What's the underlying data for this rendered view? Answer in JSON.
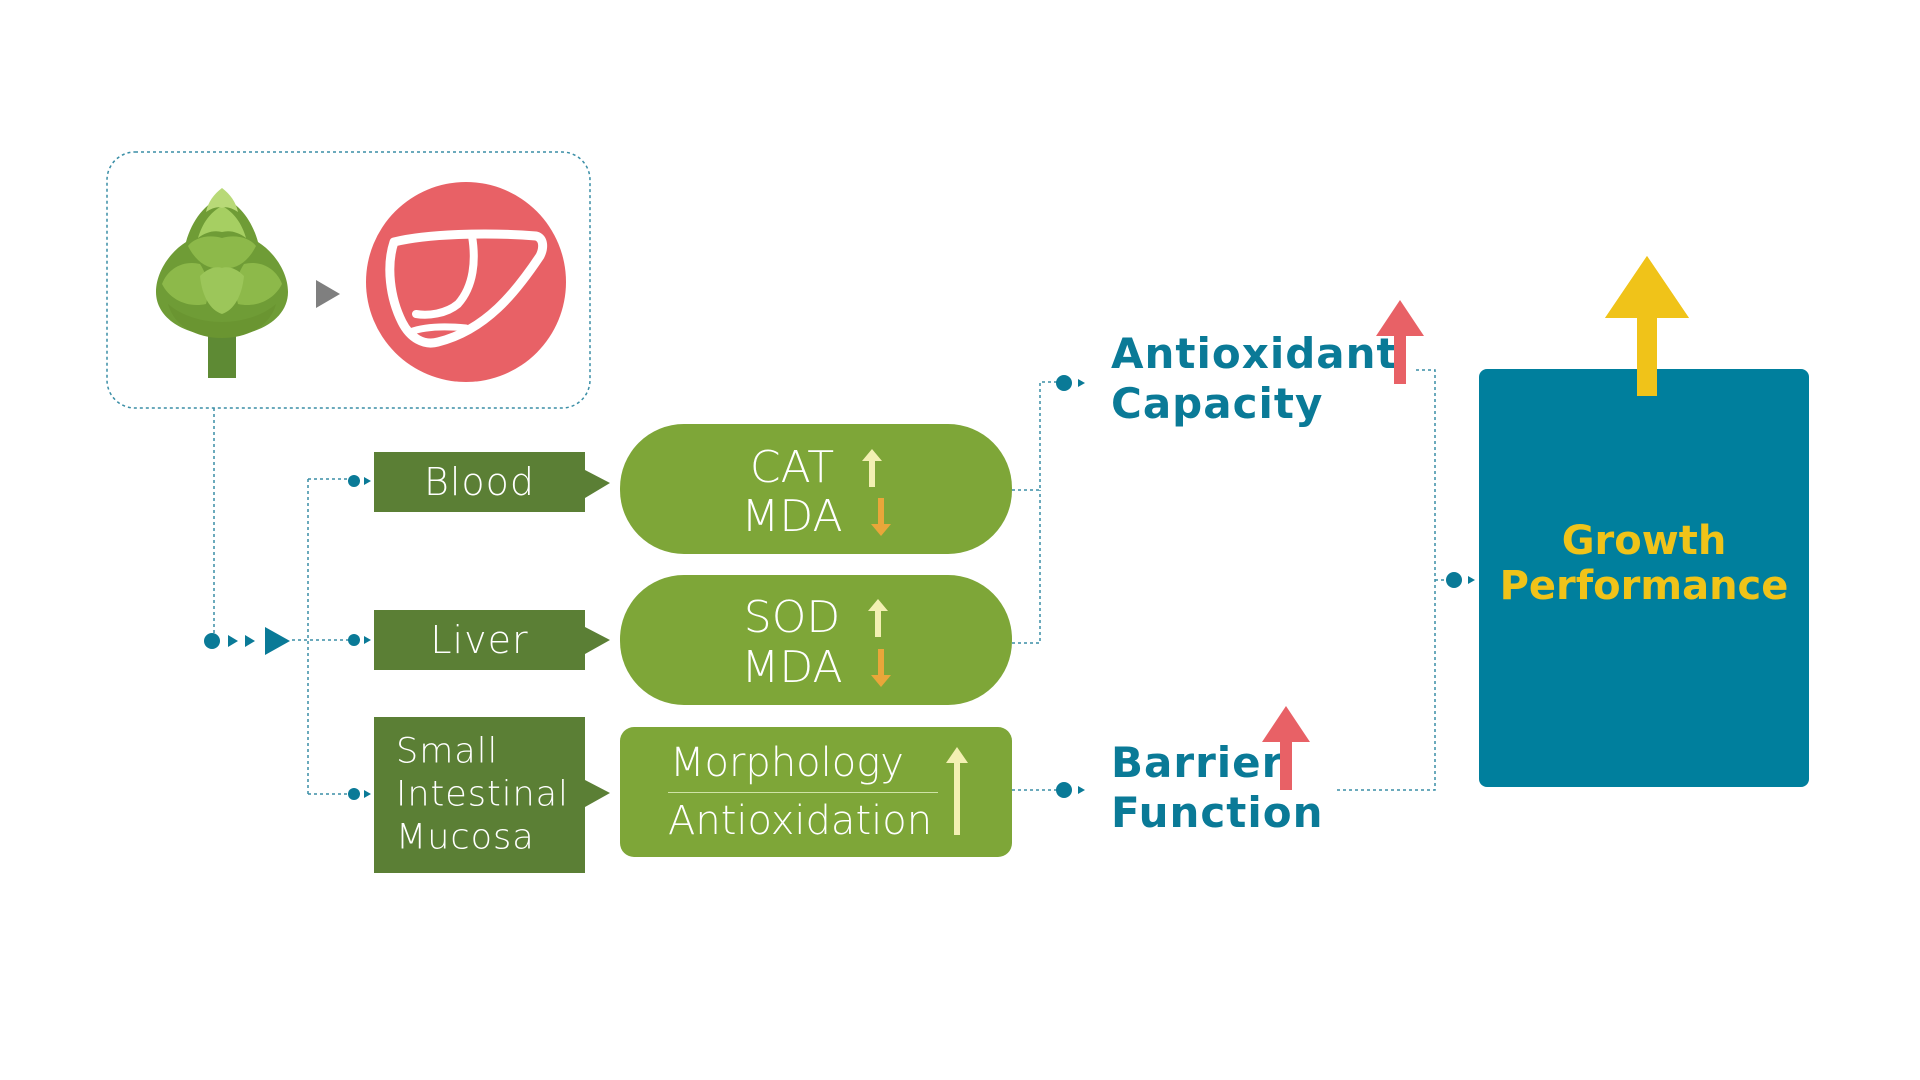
{
  "tissues": [
    {
      "id": "blood",
      "label": "Blood"
    },
    {
      "id": "liver",
      "label": "Liver"
    },
    {
      "id": "mucosa",
      "lines": [
        "Small",
        "Intestinal",
        "Mucosa"
      ]
    }
  ],
  "markers": {
    "blood": [
      {
        "label": "CAT",
        "direction": "up"
      },
      {
        "label": "MDA",
        "direction": "down"
      }
    ],
    "liver": [
      {
        "label": "SOD",
        "direction": "up"
      },
      {
        "label": "MDA",
        "direction": "down"
      }
    ],
    "mucosa": [
      {
        "label": "Morphology"
      },
      {
        "label": "Antioxidation"
      }
    ],
    "mucosa_direction": "up"
  },
  "outcomes": {
    "antioxidant": {
      "lines": [
        "Antioxidant",
        "Capacity"
      ],
      "direction": "up"
    },
    "barrier": {
      "lines": [
        "Barrier",
        "Function"
      ],
      "direction": "up"
    }
  },
  "result": {
    "lines": [
      "Growth",
      "Performance"
    ],
    "direction": "up"
  },
  "icons": {
    "plant": "artichoke-icon",
    "organ": "liver-icon"
  },
  "colors": {
    "teal": "#0a7a97",
    "dark_green": "#5b7f35",
    "light_green": "#7ea638",
    "red": "#e86166",
    "yellow": "#f0c319",
    "pale_yellow": "#f3f0b3",
    "orange": "#eaa63a",
    "box_teal": "#007f9d"
  }
}
